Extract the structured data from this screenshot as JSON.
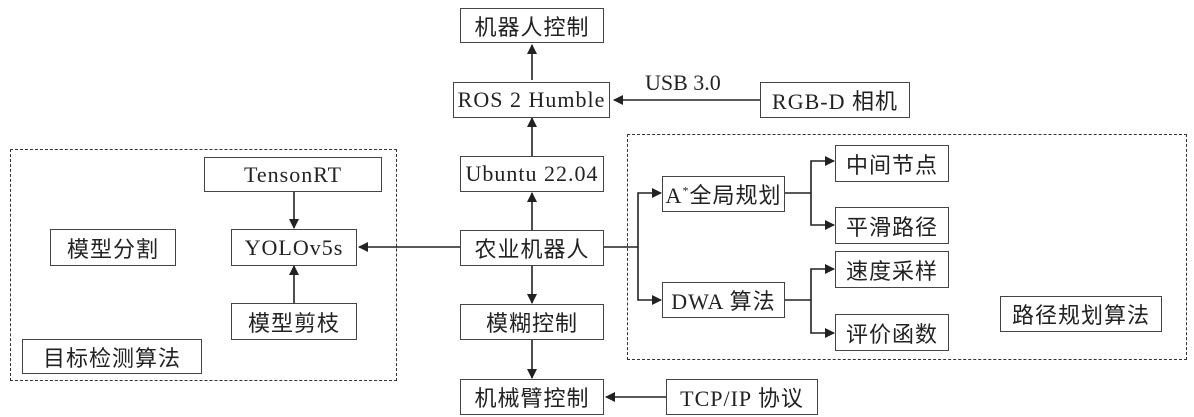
{
  "diagram": {
    "nodes": {
      "robot_control": "机器人控制",
      "ros": "ROS 2 Humble",
      "rgbd_camera": "RGB-D 相机",
      "ubuntu": "Ubuntu 22.04",
      "agri_robot": "农业机器人",
      "fuzzy_control": "模糊控制",
      "arm_control": "机械臂控制",
      "tcpip": "TCP/IP 协议",
      "tensorrt": "TensonRT",
      "yolo": "YOLOv5s",
      "model_split": "模型分割",
      "model_prune": "模型剪枝",
      "a_star_prefix": "A",
      "a_star_sup": "*",
      "a_star_suffix": "全局规划",
      "mid_nodes": "中间节点",
      "smooth_path": "平滑路径",
      "dwa": "DWA 算法",
      "speed_sampling": "速度采样",
      "eval_function": "评价函数"
    },
    "groups": {
      "detection": "目标检测算法",
      "path_planning": "路径规划算法"
    },
    "edge_labels": {
      "usb": "USB 3.0"
    }
  }
}
